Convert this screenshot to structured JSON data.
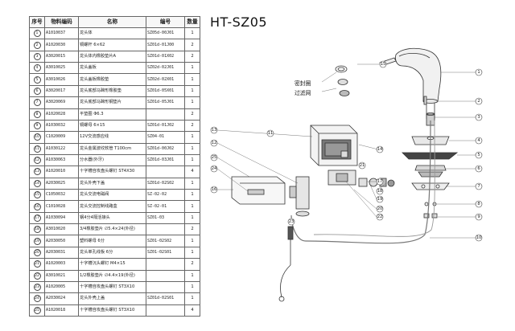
{
  "title": "HT-SZ05",
  "bom": {
    "headers": [
      "序号",
      "物料编码",
      "名称",
      "编号",
      "数量"
    ],
    "rows": [
      [
        "1",
        "A1010037",
        "龙头体",
        "SZ05d-00J01",
        "1"
      ],
      [
        "2",
        "A1020030",
        "铜螺杆  6×62",
        "SZ01d-01J00",
        "2"
      ],
      [
        "3",
        "A3020015",
        "龙头体内橡胶垫片A",
        "SZ01d-01X02",
        "2"
      ],
      [
        "4",
        "A3010025",
        "龙头盖板",
        "SZ02d-02J01",
        "1"
      ],
      [
        "5",
        "A3010026",
        "龙头盖板橡胶垫",
        "SZ02d-02X01",
        "1"
      ],
      [
        "6",
        "A3020017",
        "龙头底部马蹄形橡胶垫",
        "SZ01d-05X01",
        "1"
      ],
      [
        "7",
        "A3020069",
        "龙头底部马蹄形钢垫片",
        "SZ01d-05J01",
        "1"
      ],
      [
        "8",
        "A1020028",
        "平垫圈    Φ6.3",
        "",
        "2"
      ],
      [
        "9",
        "A1030032",
        "铜螺母    6×15",
        "SZ01d-01J02",
        "2"
      ],
      [
        "10",
        "C1020009",
        "12V交流感应线",
        "SZ04-01",
        "1"
      ],
      [
        "11",
        "A1030122",
        "龙头金属波纹软管 T100cm",
        "SZ01d-00J02",
        "1"
      ],
      [
        "12",
        "A1030063",
        "分水器(外牙)",
        "SZ01d-03J01",
        "1"
      ],
      [
        "13",
        "A1020010",
        "十字槽自攻盘头螺钉 ST4X30",
        "",
        "4"
      ],
      [
        "14",
        "A2030025",
        "龙头外壳下盖",
        "SZ01d-02S02",
        "1"
      ],
      [
        "15",
        "C1050032",
        "龙头交流电磁阀",
        "SZ-02-02",
        "1"
      ],
      [
        "16",
        "C1010028",
        "龙头交流控制线路盒",
        "SZ-02-01",
        "1"
      ],
      [
        "17",
        "A1030094",
        "钢4分4隔活接头",
        "SZ01-03",
        "1"
      ],
      [
        "18",
        "A3010020",
        "3/4橡胶垫片 ∅5.4×24(外径)",
        "",
        "2"
      ],
      [
        "19",
        "A2030050",
        "塑料螺母    6分",
        "SZ01-02S02",
        "1"
      ],
      [
        "20",
        "A2030031",
        "龙头单孔线板    6分",
        "SZ01-02S01",
        "1"
      ],
      [
        "21",
        "A1020003",
        "十字槽沉头螺钉 M4×15",
        "",
        "2"
      ],
      [
        "22",
        "A3010021",
        "1/2橡胶垫片 ∅4.4×19(外径)",
        "",
        "1"
      ],
      [
        "23",
        "A1020005",
        "十字槽自攻盘头螺钉 ST3X10",
        "",
        "1"
      ],
      [
        "24",
        "A2030024",
        "龙头外壳上盖",
        "SZ01d-02S01",
        "1"
      ],
      [
        "25",
        "A1020018",
        "十字槽自攻盘头螺钉 ST3X10",
        "",
        "4"
      ]
    ]
  },
  "labels": {
    "seal_ring": "密封圈",
    "filter_mesh": "过滤网"
  },
  "callouts": {
    "n1": "1",
    "n2": "2",
    "n3": "3",
    "n4": "4",
    "n5": "5",
    "n6": "6",
    "n7": "7",
    "n8": "8",
    "n9": "9",
    "n10": "10",
    "n11": "11",
    "n12": "12",
    "n13": "13",
    "n14": "14",
    "n15": "15",
    "n16": "16",
    "n17": "17",
    "n18": "18",
    "n19": "19",
    "n20": "20",
    "n21": "21",
    "n22": "22",
    "n23": "23",
    "n24": "24",
    "n25": "25"
  }
}
